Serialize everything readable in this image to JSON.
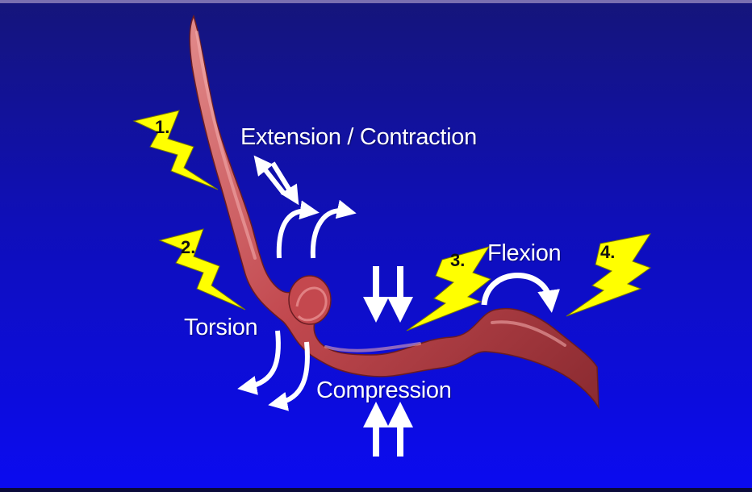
{
  "labels": {
    "extension_contraction": "Extension / Contraction",
    "torsion": "Torsion",
    "compression": "Compression",
    "flexion": "Flexion"
  },
  "bolts": [
    {
      "number": "1."
    },
    {
      "number": "2."
    },
    {
      "number": "3."
    },
    {
      "number": "4."
    }
  ],
  "colors": {
    "background_top": "#1a1a8e",
    "background_bottom": "#0c0ce6",
    "vessel": "#c8545a",
    "vessel_highlight": "#f0a0a0",
    "bolt": "#ffff00",
    "arrow": "#ffffff",
    "label_text": "#ffffff"
  },
  "icons": [
    "lightning-bolt-icon",
    "straight-arrow-icon",
    "curved-arrow-icon"
  ]
}
